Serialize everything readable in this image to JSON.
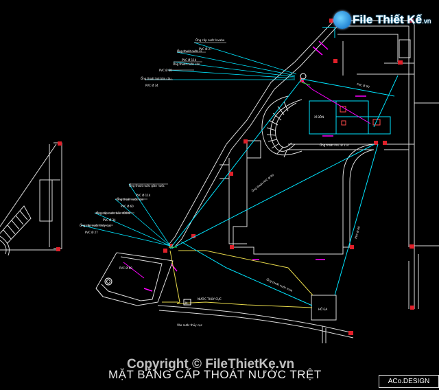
{
  "drawing_title": "MẶT BẰNG CẤP THOÁT NƯỚC TRỆT",
  "watermark_bottom": "Copyright © FileThietKe.vn",
  "logo": {
    "text": "File Thiết Kế",
    "ext": ".vn"
  },
  "title_block": "ACo.DESIGN",
  "rooms": {
    "water_tank_roof": "XÍ BỒN",
    "septic_tank": "HỐ GA"
  },
  "pipe_labels_top": [
    "Ống cấp nước lavabo",
    "PVC Ø 27",
    "Ống thoát nước xí",
    "PVC Ø 114",
    "Ống thoát nước sàn",
    "PVC Ø 60",
    "Ống thoát hơi bồn cầu",
    "PVC Ø 34"
  ],
  "pipe_labels_left": [
    "Ống thoát nước giàn nước",
    "PVC Ø 114",
    "Ống thoát nước sàn",
    "PVC Ø 60",
    "Ống cấp nước bồn 4000L",
    "PVC Ø 34",
    "Ống cấp nước thủy cục",
    "PVC Ø 27"
  ],
  "pipe_labels_diagonal": [
    "Ống thoát PVC Ø 114",
    "Ống thoát PVC Ø 90",
    "PVC Ø 60",
    "Ống thoát nước mưa",
    "PVC Ø 90"
  ],
  "small_labels": {
    "tank_pvc": "PVC Ø 60",
    "meter": "NƯỚC THỦY CỤC",
    "street_pipe": "Vào nước thủy cục",
    "meter_box": "M"
  },
  "colors": {
    "wall": "#ffffff",
    "pipe_cyan": "#00e5ff",
    "pipe_yellow": "#e6d84a",
    "pipe_magenta": "#ff00ff",
    "column_red": "#e0202a"
  }
}
